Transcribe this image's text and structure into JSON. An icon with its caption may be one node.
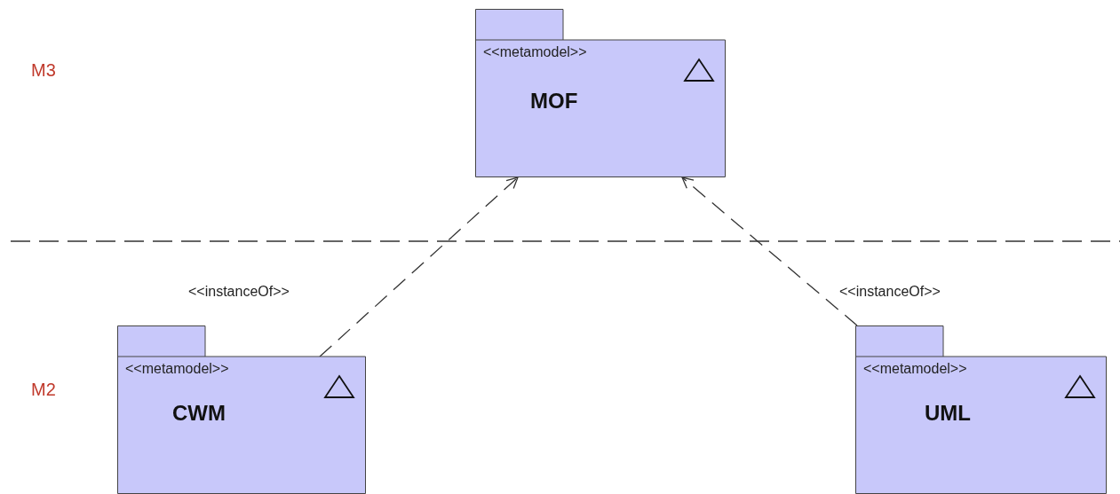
{
  "diagram": {
    "nodes": [
      {
        "text": [
          "<<metamodel>>",
          "MOF"
        ]
      },
      {
        "text": [
          "<<metamodel>>",
          "CWM"
        ]
      },
      {
        "text": [
          "<<metamodel>>",
          "UML"
        ]
      }
    ],
    "edges": [
      {
        "from": 1,
        "to": 0,
        "arrow": "to",
        "style": "dashed",
        "label": "<<instanceOf>>"
      },
      {
        "from": 2,
        "to": 0,
        "arrow": "to",
        "style": "dashed",
        "label": "<<instanceOf>>"
      }
    ],
    "labels": [
      "M3",
      "M2"
    ]
  }
}
